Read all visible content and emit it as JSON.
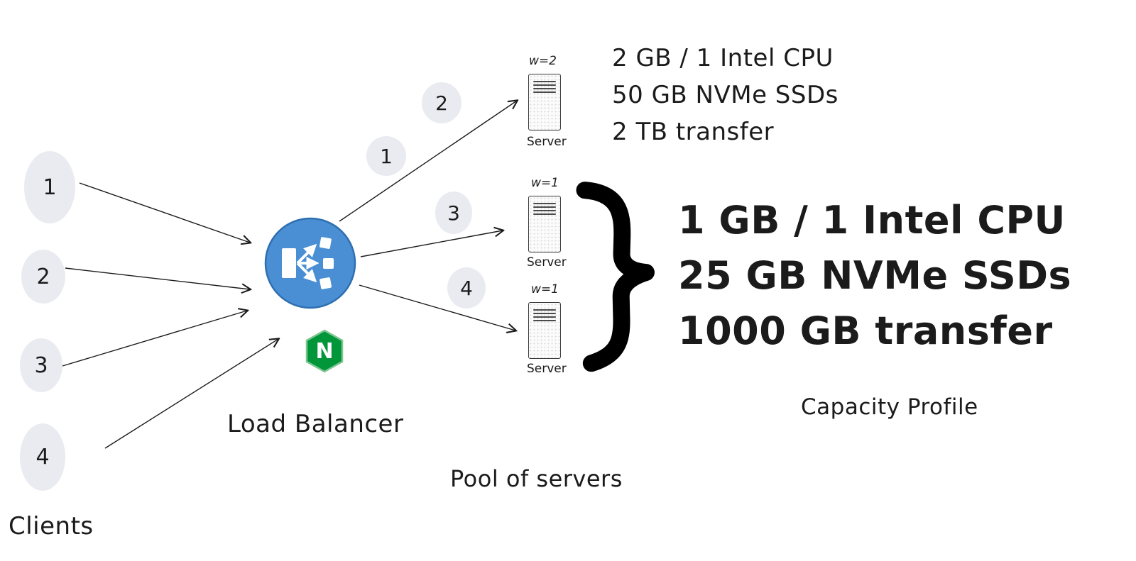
{
  "diagram": {
    "clients": {
      "label": "Clients",
      "items": [
        "1",
        "2",
        "3",
        "4"
      ]
    },
    "load_balancer": {
      "label": "Load Balancer",
      "nginx_letter": "N"
    },
    "request_markers": [
      "2",
      "1",
      "3",
      "4"
    ],
    "servers": {
      "pool_label": "Pool of servers",
      "items": [
        {
          "weight": "w=2",
          "label": "Server"
        },
        {
          "weight": "w=1",
          "label": "Server"
        },
        {
          "weight": "w=1",
          "label": "Server"
        }
      ]
    },
    "capacity": {
      "label": "Capacity Profile",
      "server1_specs": [
        "2 GB / 1 Intel CPU",
        "50 GB NVMe SSDs",
        "2 TB transfer"
      ],
      "pooled_specs": [
        "1 GB / 1 Intel CPU",
        "25 GB NVMe SSDs",
        "1000 GB transfer"
      ]
    },
    "colors": {
      "lb_blue": "#4a8fd4",
      "nginx_green": "#009639",
      "node_gray": "#e9ebf0",
      "ink": "#1b1b1b"
    }
  }
}
